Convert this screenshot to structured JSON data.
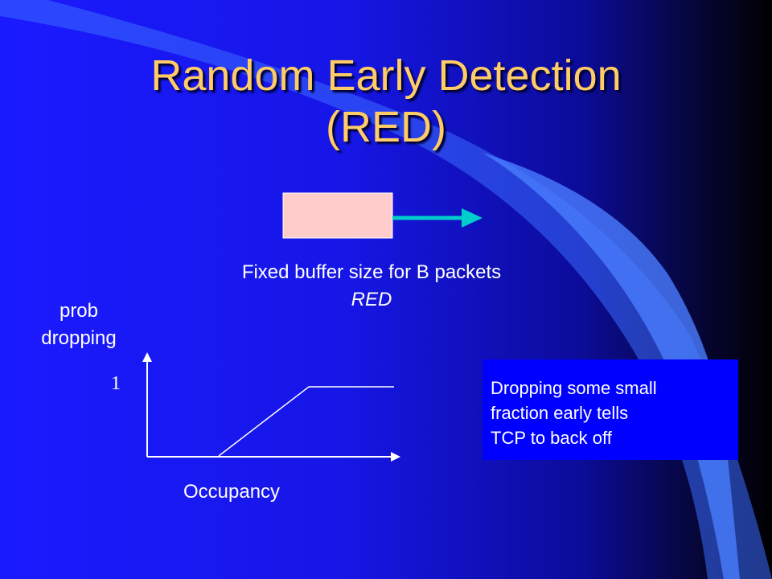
{
  "title": {
    "line1": "Random Early Detection",
    "line2": "(RED)"
  },
  "buffer": {
    "fill": "#ffcccc",
    "arrow_color": "#00cccc"
  },
  "caption": {
    "line1": "Fixed buffer size for B packets",
    "line2": "RED"
  },
  "graph": {
    "y_label_line1": "prob",
    "y_label_line2": "dropping",
    "y_tick": "1",
    "x_label": "Occupancy"
  },
  "note": {
    "line1": "Dropping some small",
    "line2": "fraction early tells",
    "line3": "TCP to back off"
  },
  "colors": {
    "title": "#ffcc66",
    "text": "#ffffff",
    "note_bg": "#0000ff",
    "swoosh": "#3b6cff"
  }
}
